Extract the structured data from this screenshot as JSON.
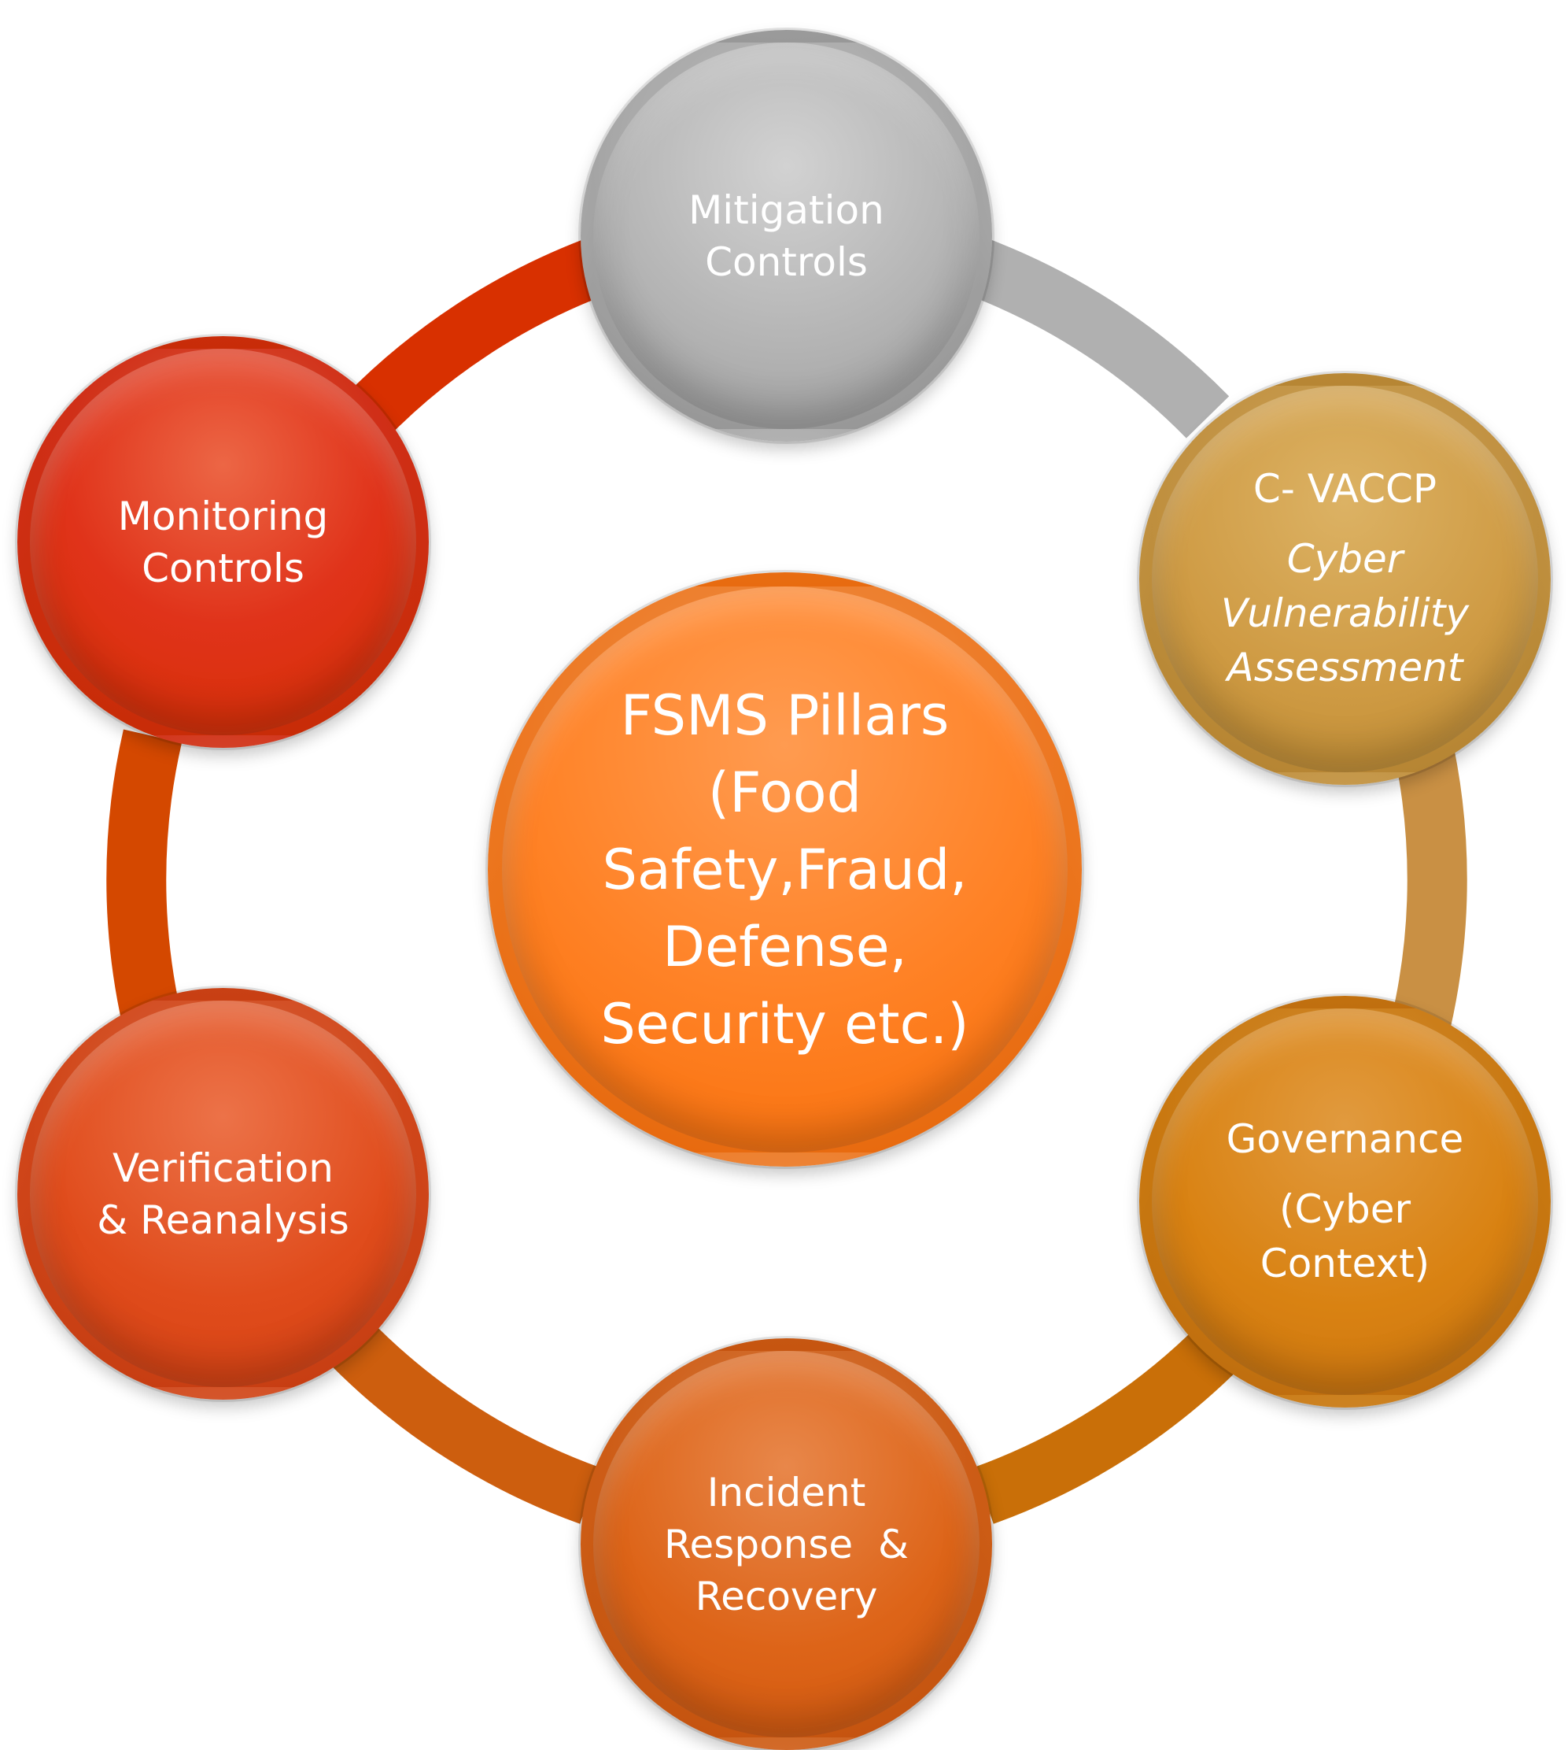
{
  "center": {
    "lines": [
      "FSMS Pillars",
      "(Food",
      "Safety,Fraud,",
      "Defense,",
      "Security etc.)"
    ],
    "color": "#ff8226"
  },
  "nodes": {
    "mitigation": {
      "lines": [
        "Mitigation",
        "Controls"
      ],
      "color": "#b4b4b4"
    },
    "cvaccp": {
      "title": "C- VACCP",
      "subtitle": [
        "Cyber",
        "Vulnerability",
        "Assessment"
      ],
      "color": "#cf9b44"
    },
    "governance": {
      "title": "Governance",
      "subtitle": [
        "(Cyber",
        "Context)"
      ],
      "color": "#d98212"
    },
    "incident": {
      "lines": [
        "Incident",
        "Response  &",
        "Recovery"
      ],
      "color": "#dd6418"
    },
    "verification": {
      "lines": [
        "Verification",
        "& Reanalysis"
      ],
      "color": "#e04c1c"
    },
    "monitoring": {
      "lines": [
        "Monitoring",
        "Controls"
      ],
      "color": "#e0331a"
    }
  },
  "ring_colors": {
    "mitigation_to_cvaccp": "#b0b0b0",
    "cvaccp_to_governance": "#c99044",
    "governance_to_incident": "#c96f08",
    "incident_to_verification": "#cd5e0e",
    "verification_to_monitoring": "#d44800",
    "monitoring_to_mitigation": "#d83000"
  }
}
